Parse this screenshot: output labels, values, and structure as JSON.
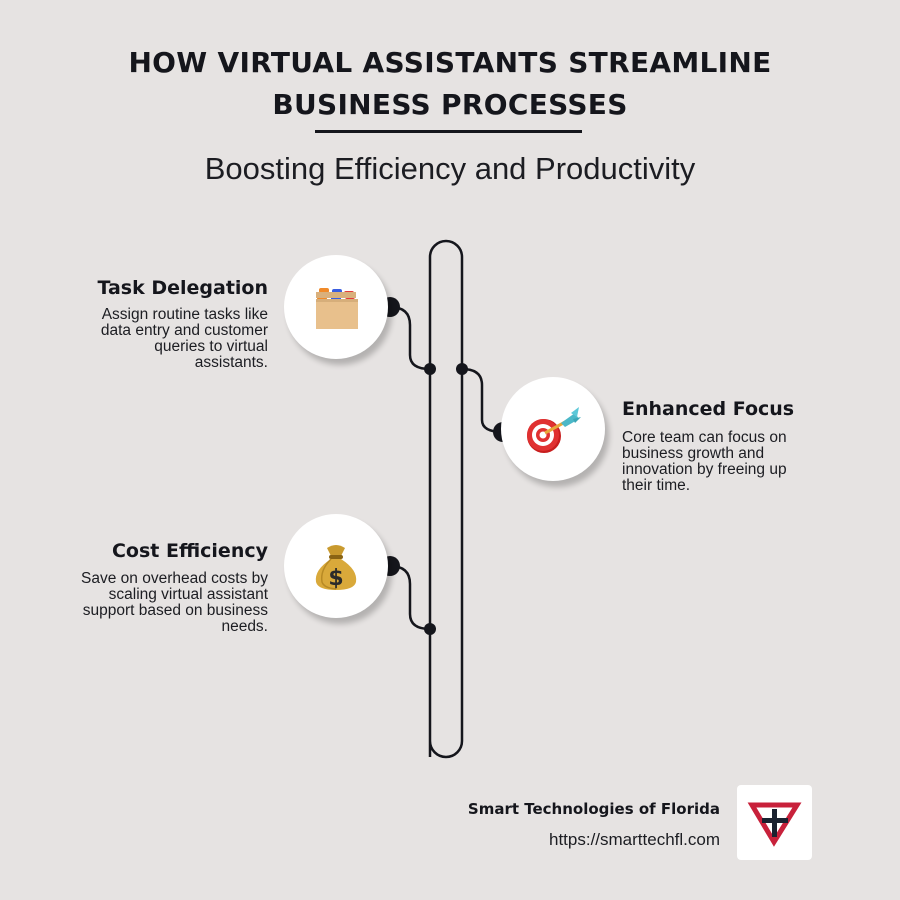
{
  "header": {
    "title_line1": "HOW VIRTUAL ASSISTANTS STREAMLINE",
    "title_line2": "BUSINESS PROCESSES",
    "subtitle": "Boosting Efficiency and Productivity"
  },
  "items": [
    {
      "heading": "Task Delegation",
      "icon": "card-file-box-icon",
      "description": [
        "Assign routine tasks like",
        "data entry and customer",
        "queries to virtual",
        "assistants."
      ],
      "side": "left"
    },
    {
      "heading": "Enhanced Focus",
      "icon": "direct-hit-target-icon",
      "description": [
        "Core team can focus on",
        "business growth and",
        "innovation by freeing up",
        "their time."
      ],
      "side": "right"
    },
    {
      "heading": "Cost Efficiency",
      "icon": "money-bag-icon",
      "description": [
        "Save on overhead costs by",
        "scaling virtual assistant",
        "support based on business",
        "needs."
      ],
      "side": "left"
    }
  ],
  "footer": {
    "company": "Smart Technologies of Florida",
    "url": "https://smarttechfl.com",
    "logo": "stf-logo-icon"
  },
  "colors": {
    "background": "#e6e3e2",
    "text": "#15161c",
    "logo_red": "#c8213b",
    "logo_dark": "#1a2230"
  }
}
